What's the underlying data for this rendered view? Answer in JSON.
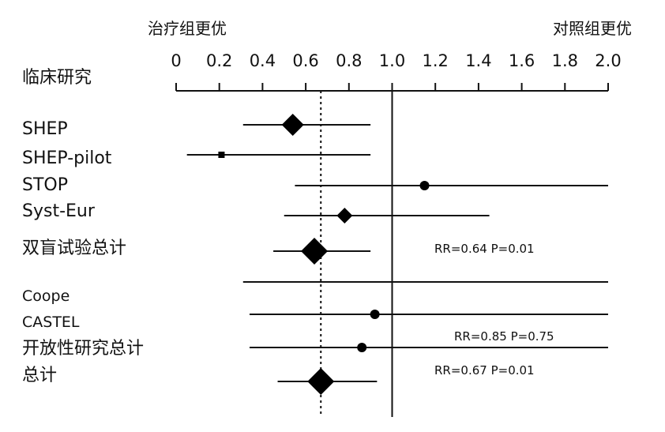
{
  "chart_data": {
    "type": "forest",
    "left_header": "治疗组更优",
    "right_header": "对照组更优",
    "row_header": "临床研究",
    "xlim": [
      0,
      2.0
    ],
    "ticks": [
      "0",
      "0.2",
      "0.4",
      "0.6",
      "0.8",
      "1.0",
      "1.2",
      "1.4",
      "1.6",
      "1.8",
      "2.0"
    ],
    "reference_line": 1.0,
    "pooled_line": 0.67,
    "rows": [
      {
        "label": "SHEP",
        "estimate": 0.54,
        "ci": [
          0.31,
          0.9
        ],
        "marker": "diamond-large"
      },
      {
        "label": "SHEP-pilot",
        "estimate": 0.21,
        "ci": [
          0.05,
          0.9
        ],
        "marker": "square-small"
      },
      {
        "label": "STOP",
        "estimate": 1.15,
        "ci": [
          0.55,
          2.0
        ],
        "marker": "circle"
      },
      {
        "label": "Syst-Eur",
        "estimate": 0.78,
        "ci": [
          0.5,
          1.45
        ],
        "marker": "diamond-medium"
      },
      {
        "label": "双盲试验总计",
        "estimate": 0.64,
        "ci": [
          0.45,
          0.9
        ],
        "marker": "diamond-pooled",
        "annotation": "RR=0.64 P=0.01"
      },
      {
        "label": "Coope",
        "estimate": null,
        "ci": [
          0.31,
          2.0
        ],
        "marker": "none"
      },
      {
        "label": "CASTEL",
        "estimate": 0.92,
        "ci": [
          0.34,
          2.0
        ],
        "marker": "circle"
      },
      {
        "label": "开放性研究总计",
        "estimate": 0.86,
        "ci": [
          0.34,
          2.0
        ],
        "marker": "circle",
        "annotation": "RR=0.85 P=0.75"
      },
      {
        "label": "总计",
        "estimate": 0.67,
        "ci": [
          0.47,
          0.93
        ],
        "marker": "diamond-pooled",
        "annotation": "RR=0.67 P=0.01"
      }
    ]
  }
}
